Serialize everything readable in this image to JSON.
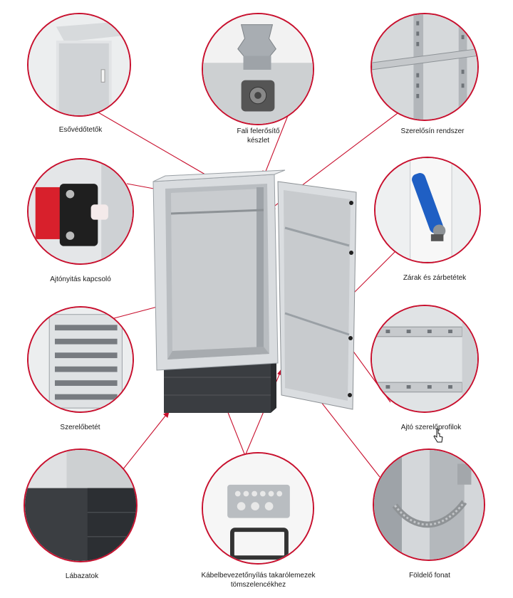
{
  "accent_color": "#c8102e",
  "labels": {
    "rain_canopy": "Esővédőtetők",
    "wall_mount_line1": "Fali felerősítő",
    "wall_mount_line2": "készlet",
    "mounting_rail": "Szerelősín rendszer",
    "door_switch": "Ajtónyitás kapcsoló",
    "locks": "Zárak és zárbetétek",
    "mounting_insert": "Szerelőbetét",
    "door_profiles": "Ajtó szerelőprofilok",
    "plinth": "Lábazatok",
    "gland_plates_line1": "Kábelbevezetőnyílás takarólemezek",
    "gland_plates_line2": "tömszelencékhez",
    "earth_strap": "Földelő fonat"
  }
}
